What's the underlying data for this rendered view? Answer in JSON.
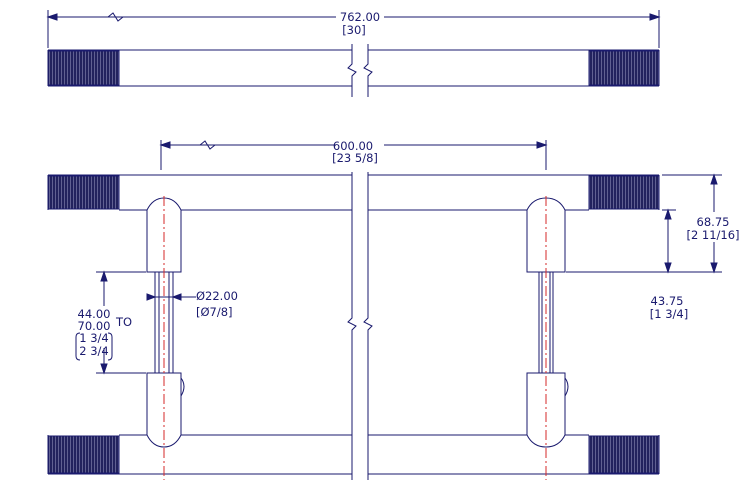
{
  "colors": {
    "line": "#1a1a6e",
    "knurl_fill": "#22225e",
    "knurl_line": "#7a7aa8",
    "centerline": "#d42a2a",
    "background": "#ffffff"
  },
  "dimensions": {
    "overall_length": {
      "mm": "762.00",
      "inch": "[30]"
    },
    "center_to_center": {
      "mm": "600.00",
      "inch": "[23 5/8]"
    },
    "post_diameter": {
      "mm": "Ø22.00",
      "inch": "[Ø7/8]"
    },
    "standoff_total": {
      "mm": "68.75",
      "inch": "[2 11/16]"
    },
    "standoff_post": {
      "mm": "43.75",
      "inch": "[1 3/4]"
    },
    "clearance": {
      "mm_min": "44.00",
      "mm_max": "70.00",
      "to_word": "TO",
      "inch_min": "1 3/4",
      "inch_max": "2 3/4"
    }
  },
  "views": [
    "top-view",
    "front-view"
  ]
}
